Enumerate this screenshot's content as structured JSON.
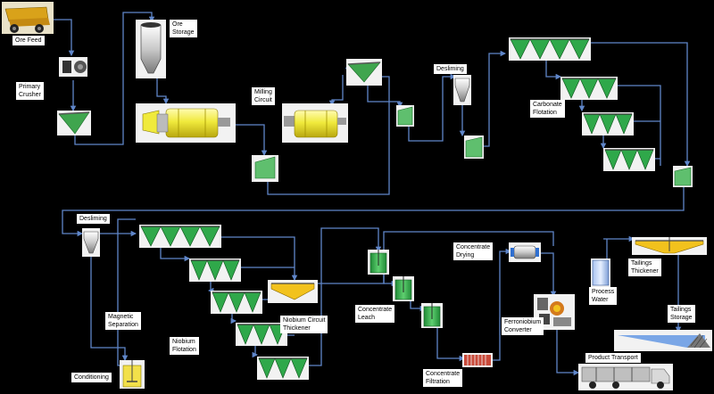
{
  "labels": {
    "ore_feed": "Ore Feed",
    "primary_crusher": "Primary\nCrusher",
    "ore_storage": "Ore\nStorage",
    "milling_circuit": "Milling\nCircuit",
    "desliming_1": "Desliming",
    "carbonate_flotation": "Carbonate\nFlotation",
    "desliming_2": "Desliming",
    "magnetic_separation": "Magnetic\nSeparation",
    "niobium_flotation": "Niobium\nFlotation",
    "conditioning": "Conditioning",
    "niobium_circuit_thickener": "Niobium Circuit\nThickener",
    "concentrate_leach": "Concentrate\nLeach",
    "concentrate_filtration": "Concentrate\nFiltration",
    "concentrate_drying": "Concentrate\nDrying",
    "ferroniobium_converter": "Ferroniobium\nConverter",
    "product_transport": "Product Transport",
    "process_water": "Process\nWater",
    "tailings_thickener": "Tailings\nThickener",
    "tailings_storage": "Tailings\nStorage"
  },
  "colors": {
    "background": "#000000",
    "flow_line": "#5f86c9",
    "flotation_cell": "#2fa84a",
    "mill": "#f0ea3c",
    "thickener": "#f2c21d",
    "leach_tank": "#3cb84f",
    "label_bg": "#ffffff"
  }
}
